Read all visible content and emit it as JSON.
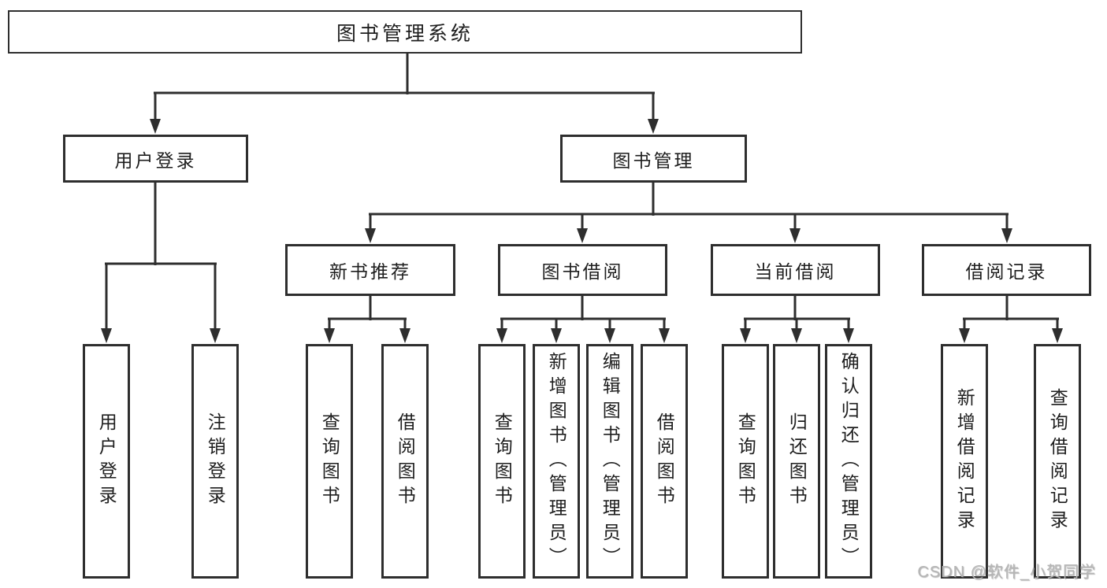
{
  "tree": {
    "label": "图书管理系统",
    "children": [
      {
        "label": "用户登录",
        "children": [
          {
            "label": "用户登录"
          },
          {
            "label": "注销登录"
          }
        ]
      },
      {
        "label": "图书管理",
        "children": [
          {
            "label": "新书推荐",
            "children": [
              {
                "label": "查询图书"
              },
              {
                "label": "借阅图书"
              }
            ]
          },
          {
            "label": "图书借阅",
            "children": [
              {
                "label": "查询图书"
              },
              {
                "label": "新增图书（管理员）"
              },
              {
                "label": "编辑图书（管理员）"
              },
              {
                "label": "借阅图书"
              }
            ]
          },
          {
            "label": "当前借阅",
            "children": [
              {
                "label": "查询图书"
              },
              {
                "label": "归还图书"
              },
              {
                "label": "确认归还（管理员）"
              }
            ]
          },
          {
            "label": "借阅记录",
            "children": [
              {
                "label": "新增借阅记录"
              },
              {
                "label": "查询借阅记录"
              }
            ]
          }
        ]
      }
    ]
  },
  "watermark": {
    "text": "CSDN @软件_小贺同学"
  },
  "colors": {
    "line": "#2e2e2e",
    "box_border": "#2e2e2e",
    "text": "#1e1e1e",
    "watermark": "#b5b5b5",
    "background": "#ffffff"
  }
}
